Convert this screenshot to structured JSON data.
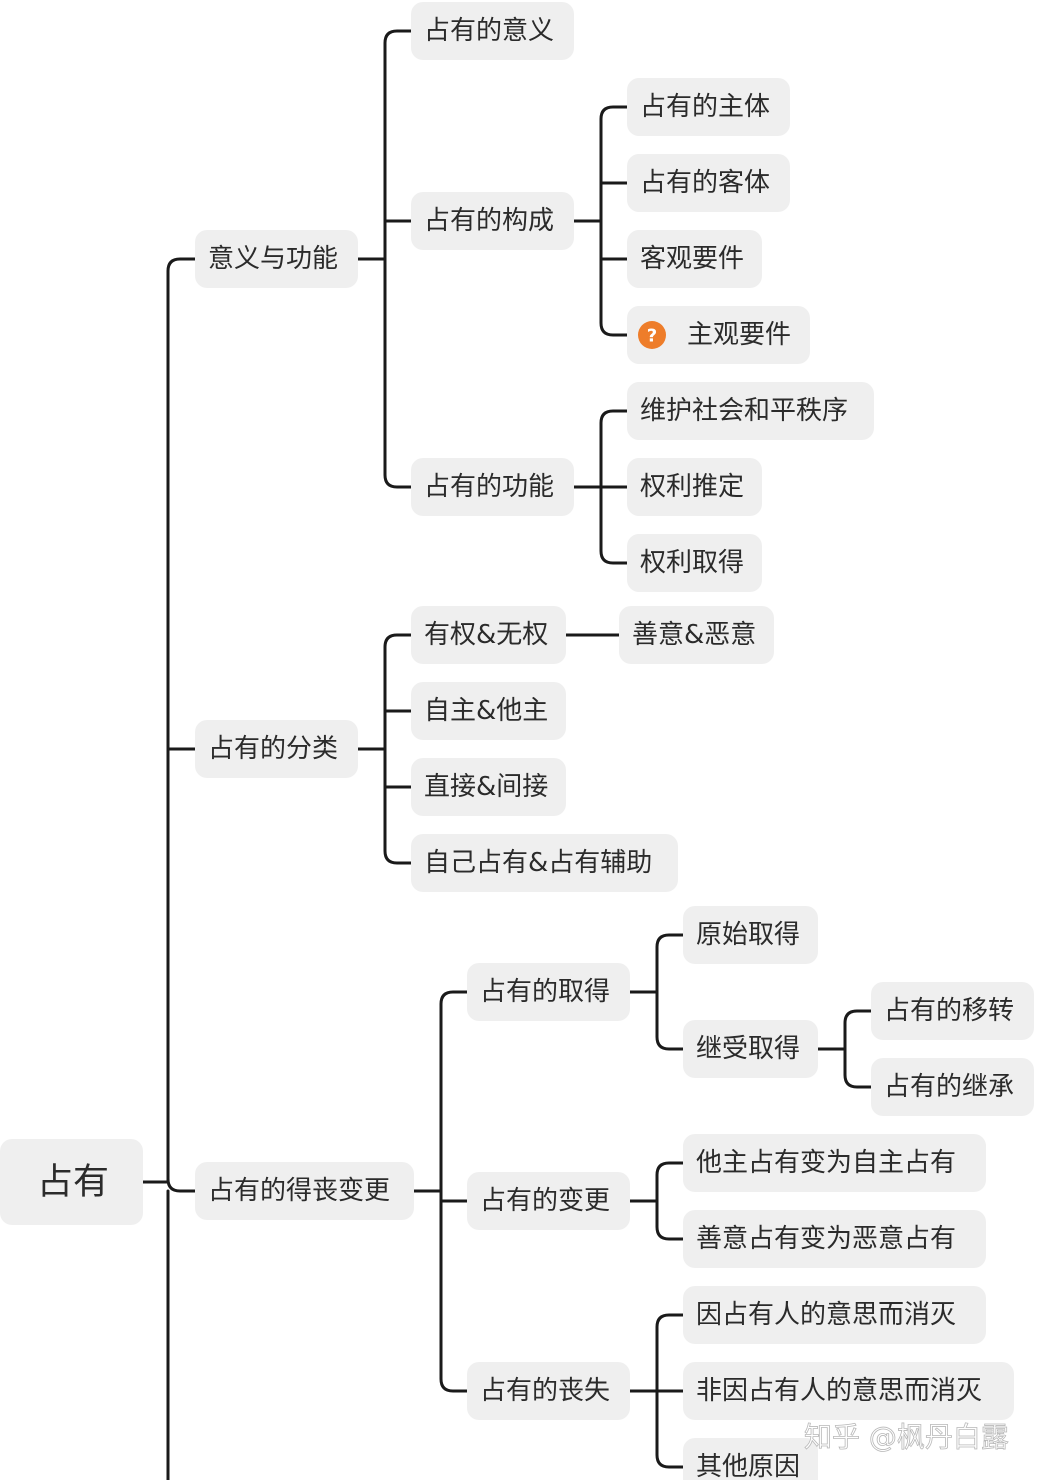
{
  "mindmap": {
    "root": {
      "label": "占有",
      "children": [
        {
          "label": "意义与功能",
          "children": [
            {
              "label": "占有的意义"
            },
            {
              "label": "占有的构成",
              "children": [
                {
                  "label": "占有的主体"
                },
                {
                  "label": "占有的客体"
                },
                {
                  "label": "客观要件"
                },
                {
                  "label": "主观要件",
                  "icon": "question-icon"
                }
              ]
            },
            {
              "label": "占有的功能",
              "children": [
                {
                  "label": "维护社会和平秩序"
                },
                {
                  "label": "权利推定"
                },
                {
                  "label": "权利取得"
                }
              ]
            }
          ]
        },
        {
          "label": "占有的分类",
          "children": [
            {
              "label": "有权&无权",
              "children": [
                {
                  "label": "善意&恶意"
                }
              ]
            },
            {
              "label": "自主&他主"
            },
            {
              "label": "直接&间接"
            },
            {
              "label": "自己占有&占有辅助"
            }
          ]
        },
        {
          "label": "占有的得丧变更",
          "children": [
            {
              "label": "占有的取得",
              "children": [
                {
                  "label": "原始取得"
                },
                {
                  "label": "继受取得",
                  "children": [
                    {
                      "label": "占有的移转"
                    },
                    {
                      "label": "占有的继承"
                    }
                  ]
                }
              ]
            },
            {
              "label": "占有的变更",
              "children": [
                {
                  "label": "他主占有变为自主占有"
                },
                {
                  "label": "善意占有变为恶意占有"
                }
              ]
            },
            {
              "label": "占有的丧失",
              "children": [
                {
                  "label": "因占有人的意思而消灭"
                },
                {
                  "label": "非因占有人的意思而消灭"
                },
                {
                  "label": "其他原因"
                }
              ]
            }
          ]
        }
      ]
    }
  },
  "watermark": "知乎 @枫丹白露",
  "colors": {
    "node_fill": "#efefef",
    "line": "#1a1a1a",
    "text": "#2b2b2b",
    "question_icon": "#ee7d2a"
  }
}
